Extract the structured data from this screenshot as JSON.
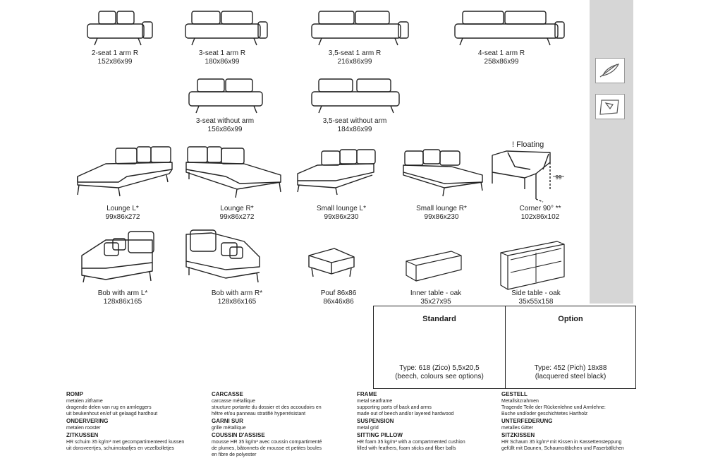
{
  "items": [
    {
      "label": "2-seat 1 arm R",
      "dim": "152x86x99"
    },
    {
      "label": "3-seat 1 arm R",
      "dim": "180x86x99"
    },
    {
      "label": "3,5-seat 1 arm R",
      "dim": "216x86x99"
    },
    {
      "label": "4-seat 1 arm R",
      "dim": "258x86x99"
    },
    {
      "label": "3-seat without arm",
      "dim": "156x86x99"
    },
    {
      "label": "3,5-seat without arm",
      "dim": "184x86x99"
    },
    {
      "label": "Lounge L*",
      "dim": "99x86x272"
    },
    {
      "label": "Lounge R*",
      "dim": "99x86x272"
    },
    {
      "label": "Small lounge L*",
      "dim": "99x86x230"
    },
    {
      "label": "Small lounge R*",
      "dim": "99x86x230"
    },
    {
      "label": "Corner 90° **",
      "dim": "102x86x102"
    },
    {
      "label": "Bob with arm L*",
      "dim": "128x86x165"
    },
    {
      "label": "Bob with arm R*",
      "dim": "128x86x165"
    },
    {
      "label": "Pouf 86x86",
      "dim": "86x46x86"
    },
    {
      "label": "Inner table - oak",
      "dim": "35x27x95"
    },
    {
      "label": "Side table - oak",
      "dim": "35x55x158"
    }
  ],
  "floating": "! Floating",
  "corner_measure": "99",
  "standard": {
    "title": "Standard",
    "line1": "Type: 618 (Zico) 5,5x20,5",
    "line2": "(beech, colours see options)"
  },
  "option": {
    "title": "Option",
    "line1": "Type: 452 (Pich) 18x88",
    "line2": "(lacquered steel black)"
  },
  "specs": [
    {
      "h1": "ROMP",
      "l1": [
        "metalen zitframe",
        "dragende delen van rug en armleggers",
        "uit beukenhout en/of uit gelaagd hardhout"
      ],
      "h2": "ONDERVERING",
      "l2": [
        "metalen rooster"
      ],
      "h3": "ZITKUSSEN",
      "l3": [
        "HR schuim 35 kg/m³ met gecompartimenteerd kussen",
        "uit donsveertjes, schuimstaafjes en vezelbolletjes"
      ]
    },
    {
      "h1": "CARCASSE",
      "l1": [
        "carcasse métallique",
        "structure portante du dossier et des accoudoirs en",
        "hêtre et/ou panneau stratifié hyperrésistant"
      ],
      "h2": "GARNI SUR",
      "l2": [
        "grille métallique"
      ],
      "h3": "COUSSIN D'ASSISE",
      "l3": [
        "mousse HR 35 kg/m³ avec coussin compartimenté",
        "de plumes, bâtonnets de mousse et petites boules",
        "en fibre de polyester"
      ]
    },
    {
      "h1": "FRAME",
      "l1": [
        "metal seatframe",
        "supporting parts of back and arms",
        "made out of beech and/or layered hardwood"
      ],
      "h2": "SUSPENSION",
      "l2": [
        "metal grid"
      ],
      "h3": "SITTING PILLOW",
      "l3": [
        "HR foam 35 kg/m³ with a compartmented cushion",
        "filled with feathers, foam sticks and fiber balls"
      ]
    },
    {
      "h1": "GESTELL",
      "l1": [
        "Metallsitzrahmen",
        "Tragende Teile der Rückenlehne und Armlehne:",
        "Buche und/oder geschichtetes Hartholz"
      ],
      "h2": "UNTERFEDERUNG",
      "l2": [
        "metalles Gitter"
      ],
      "h3": "SITZKISSEN",
      "l3": [
        "HR Schaum 35 kg/m³ mit Kissen in Kassettensteppung",
        "gefüllt mit Daunen, Schaumstäbchen und Faserbällchen"
      ]
    }
  ]
}
